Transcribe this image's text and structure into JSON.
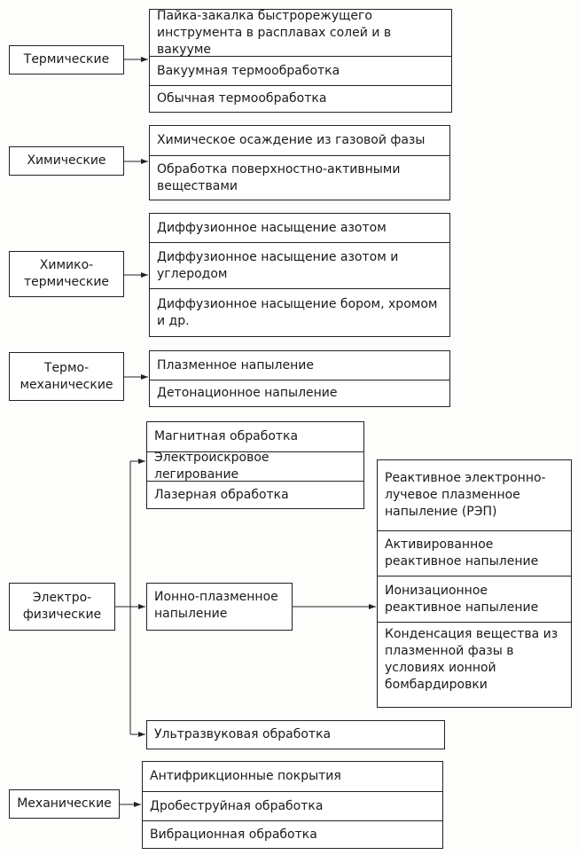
{
  "categories": {
    "thermal": {
      "label": "Термические",
      "items": [
        "Пайка-закалка быстрорежущего инструмента в расплавах солей и в вакууме",
        "Вакуумная термообработка",
        "Обычная термообработка"
      ]
    },
    "chemical": {
      "label": "Химические",
      "items": [
        "Химическое осаждение из газовой фазы",
        "Обработка поверхностно-активными веществами"
      ]
    },
    "chemthermal": {
      "label": "Химико-термические",
      "items": [
        "Диффузионное насыщение азотом",
        "Диффузионное насыщение азотом и углеродом",
        "Диффузионное насыщение бором, хромом и др."
      ]
    },
    "thermomech": {
      "label": "Термо-механические",
      "items": [
        "Плазменное напыление",
        "Детонационное напыление"
      ]
    },
    "electrophys": {
      "label": "Электро-физические",
      "items": [
        "Магнитная обработка",
        "Электроискровое легирование",
        "Лазерная обработка"
      ],
      "ion": "Ионно-плазменное напыление",
      "ion_items": [
        "Реактивное электронно-лучевое плазменное напыление (РЭП)",
        "Активированное реактивное напыление",
        "Ионизационное реактивное напыление",
        "Конденсация вещества из плазменной фазы в условиях ионной бомбардировки"
      ],
      "ultrasonic": "Ультразвуковая обработка"
    },
    "mechanical": {
      "label": "Механические",
      "items": [
        "Антифрикционные покрытия",
        "Дробеструйная обработка",
        "Вибрационная обработка"
      ]
    }
  }
}
